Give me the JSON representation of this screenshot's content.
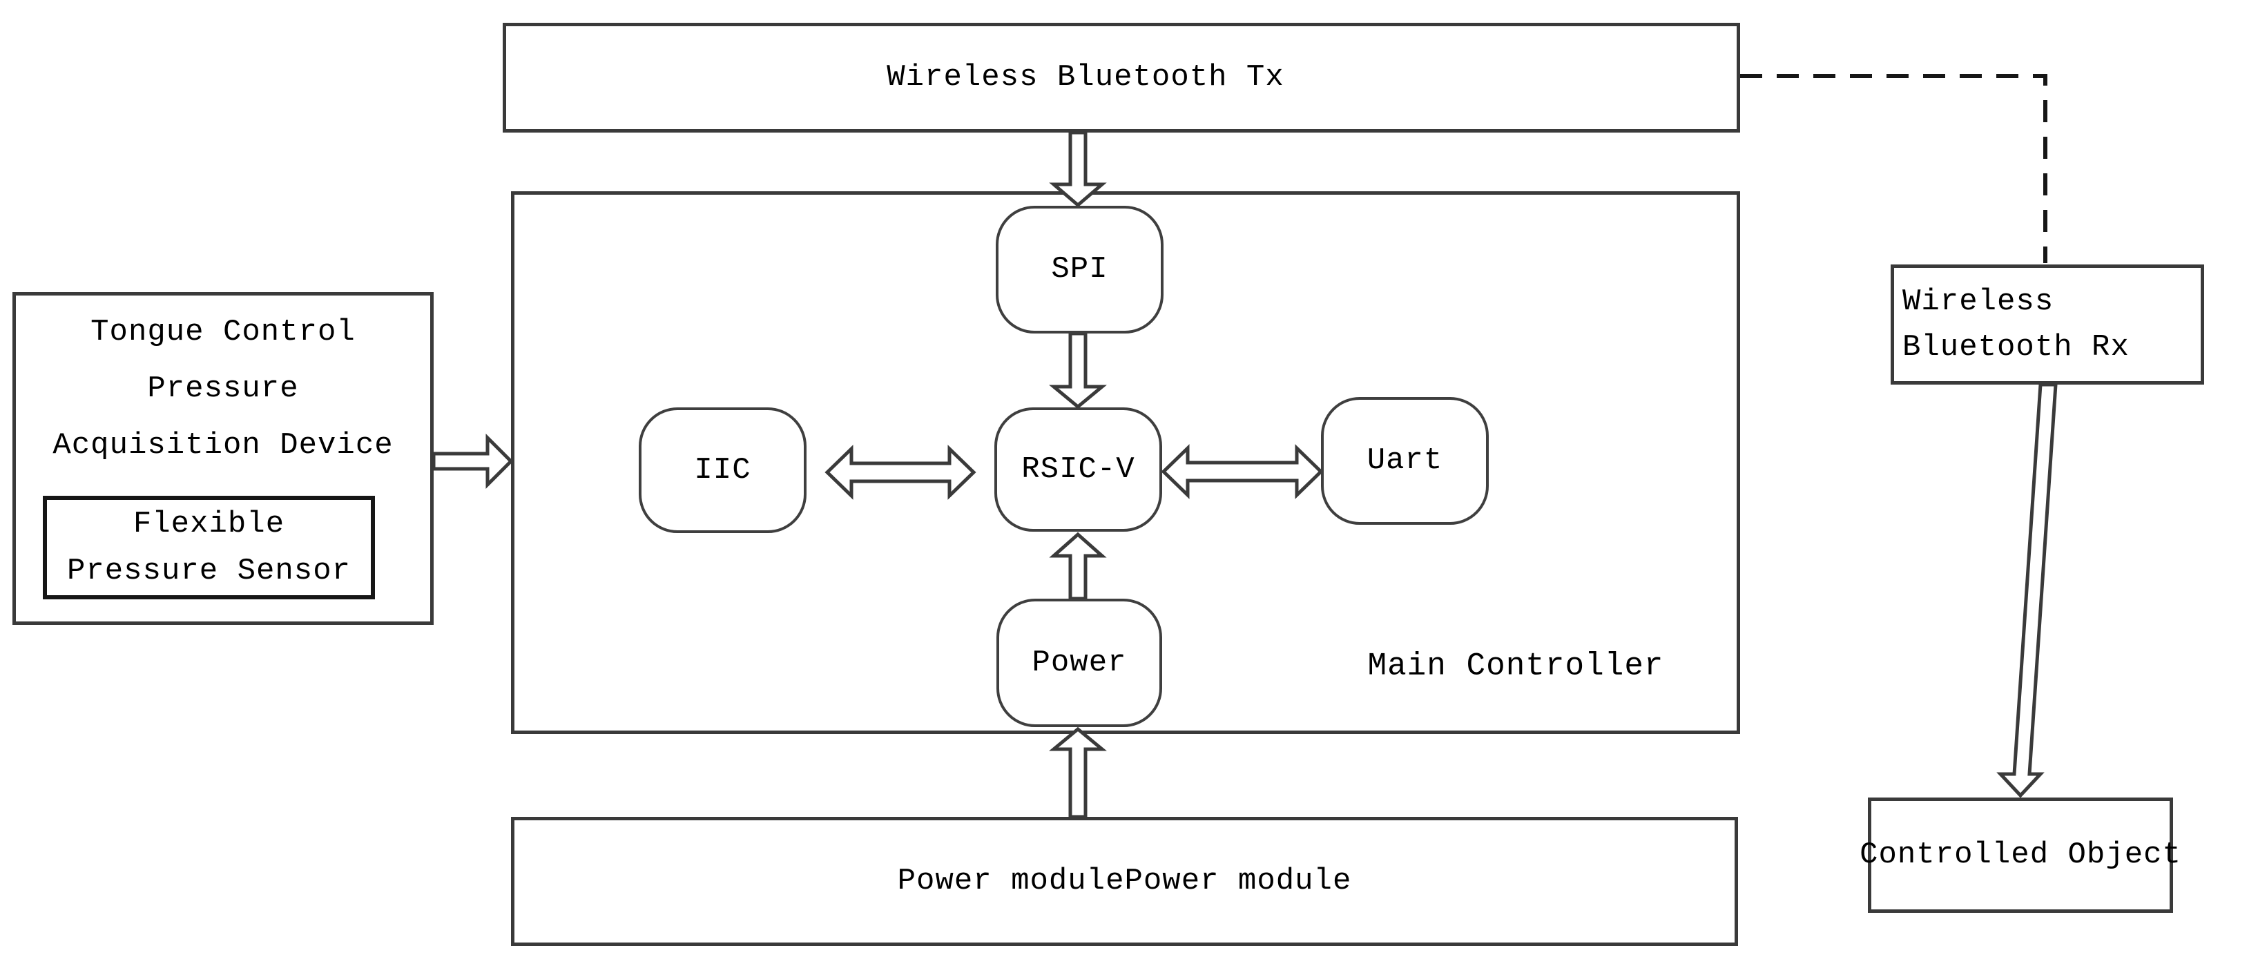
{
  "diagram": {
    "title_note": "Tongue control pressure acquisition system block diagram",
    "tx_box": {
      "label": "Wireless Bluetooth Tx"
    },
    "main_controller": {
      "label": "Main Controller"
    },
    "power_module": {
      "label": "Power modulePower module"
    },
    "left_device": {
      "lines": [
        "Tongue Control",
        "Pressure",
        "Acquisition Device"
      ]
    },
    "flexible_sensor": {
      "lines": [
        "Flexible",
        "Pressure Sensor"
      ]
    },
    "bluetooth_rx": {
      "lines": [
        "Wireless",
        "Bluetooth Rx"
      ]
    },
    "controlled_object": {
      "label": "Controlled Object"
    },
    "spi": {
      "label": "SPI"
    },
    "iic": {
      "label": "IIC"
    },
    "rsicv": {
      "label": "RSIC-V"
    },
    "uart": {
      "label": "Uart"
    },
    "power": {
      "label": "Power"
    },
    "connections": [
      "Wireless Bluetooth Tx -> SPI",
      "SPI -> RSIC-V",
      "IIC <-> RSIC-V",
      "RSIC-V <-> Uart",
      "Power -> RSIC-V",
      "Power module -> Power",
      "Tongue Control Pressure Acquisition Device -> Main Controller",
      "Wireless Bluetooth Tx --dashed--> Wireless Bluetooth Rx",
      "Wireless Bluetooth Rx -> Controlled Object"
    ],
    "colors": {
      "line": "#3a3a3a",
      "dashed_line": "#161616",
      "text": "#000000",
      "background": "#ffffff"
    }
  }
}
